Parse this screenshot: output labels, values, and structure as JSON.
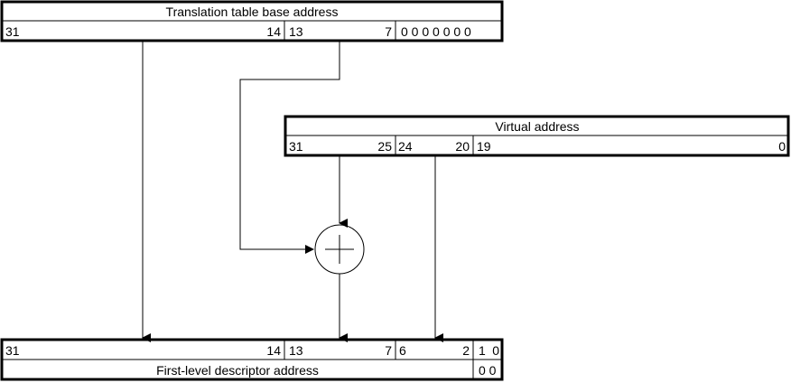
{
  "colors": {
    "line": "#000000",
    "background": "#ffffff"
  },
  "translation_table_base": {
    "title": "Translation table base address",
    "bits": {
      "hi_start": "31",
      "hi_end": "14",
      "mid_start": "13",
      "mid_end": "7",
      "zeros": "0 0 0 0 0 0 0"
    }
  },
  "virtual_address": {
    "title": "Virtual address",
    "bits": {
      "a_start": "31",
      "a_end": "25",
      "b_start": "24",
      "b_end": "20",
      "c_start": "19",
      "c_end": "0"
    }
  },
  "adder": {
    "symbol": "plus-icon"
  },
  "first_level_descriptor": {
    "title": "First-level descriptor address",
    "bits": {
      "a_start": "31",
      "a_end": "14",
      "b_start": "13",
      "b_end": "7",
      "c_start": "6",
      "c_end": "2",
      "d_start": "1",
      "d_end": "0"
    },
    "low_value": "0 0"
  }
}
